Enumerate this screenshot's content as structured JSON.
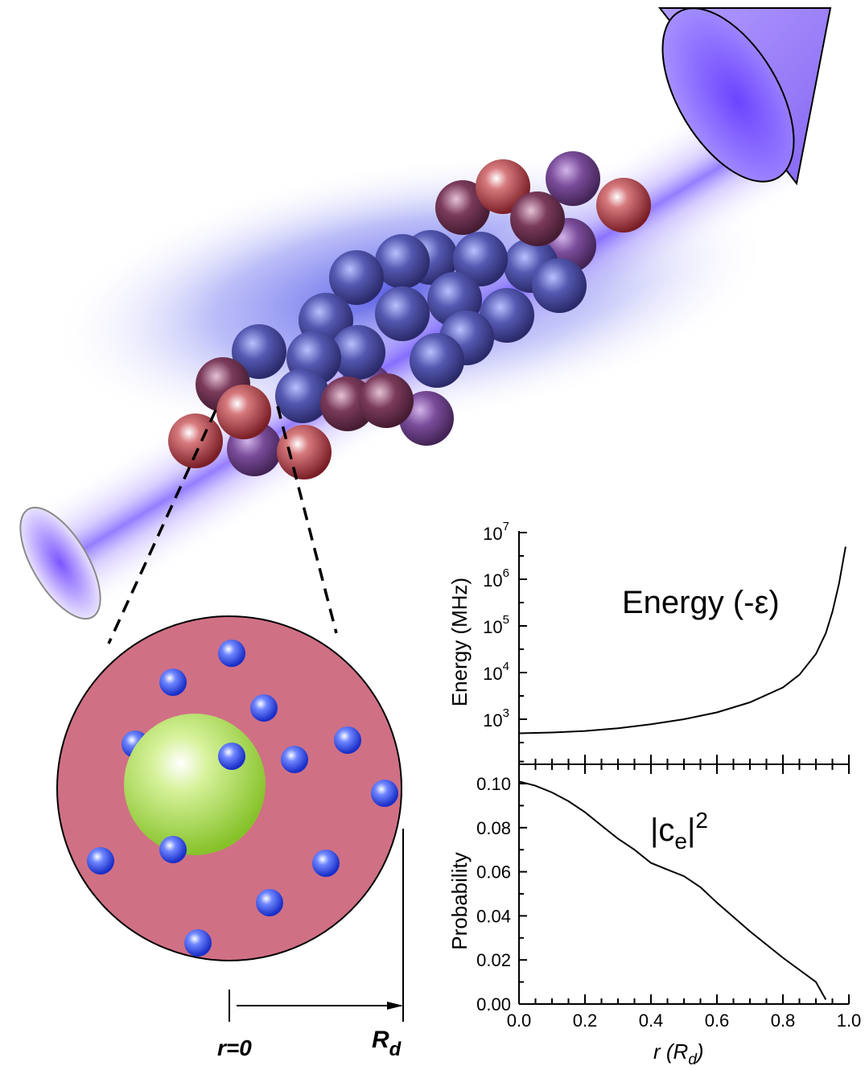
{
  "labels": {
    "r_zero": "r=0",
    "rd_main": "R",
    "rd_sub": "d"
  },
  "colors": {
    "beam": "#7b5cff",
    "droplet": "#d07085",
    "core": "#9ed23a",
    "electron": "#2f48e6",
    "atom_red": "#9c2f3a",
    "atom_blue": "#4d4c9c"
  },
  "chart_data": [
    {
      "type": "line",
      "title": "",
      "annotation": "Energy (-ε)",
      "xlabel": "",
      "ylabel": "Energy (MHz)",
      "yscale": "log",
      "xlim": [
        0,
        1.0
      ],
      "ylim": [
        200,
        10000000
      ],
      "y_tick_labels": [
        {
          "base": "10",
          "exp": "3"
        },
        {
          "base": "10",
          "exp": "4"
        },
        {
          "base": "10",
          "exp": "5"
        },
        {
          "base": "10",
          "exp": "6"
        },
        {
          "base": "10",
          "exp": "7"
        }
      ],
      "x": [
        0,
        0.1,
        0.2,
        0.3,
        0.4,
        0.5,
        0.6,
        0.7,
        0.8,
        0.85,
        0.9,
        0.93,
        0.95,
        0.97,
        0.99
      ],
      "y": [
        500,
        520,
        560,
        640,
        780,
        1000,
        1400,
        2300,
        4800,
        9000,
        25000,
        70000,
        200000,
        800000,
        5000000
      ]
    },
    {
      "type": "line",
      "title": "",
      "annotation_main": "|c",
      "annotation_sub": "e",
      "annotation_end": "|",
      "annotation_sup": "2",
      "xlabel_main": "r (R",
      "xlabel_sub": "d",
      "xlabel_end": ")",
      "ylabel": "Probability",
      "xlim": [
        0,
        1.0
      ],
      "ylim": [
        0,
        0.11
      ],
      "x_tick_labels": [
        "0.0",
        "0.2",
        "0.4",
        "0.6",
        "0.8",
        "1.0"
      ],
      "y_tick_labels": [
        "0.00",
        "0.02",
        "0.04",
        "0.06",
        "0.08",
        "0.10"
      ],
      "x": [
        0.0,
        0.05,
        0.1,
        0.15,
        0.2,
        0.25,
        0.3,
        0.35,
        0.4,
        0.45,
        0.5,
        0.55,
        0.6,
        0.7,
        0.8,
        0.9,
        0.93
      ],
      "y": [
        0.101,
        0.099,
        0.096,
        0.092,
        0.087,
        0.081,
        0.075,
        0.07,
        0.064,
        0.061,
        0.058,
        0.053,
        0.046,
        0.033,
        0.021,
        0.01,
        0.002
      ]
    }
  ]
}
